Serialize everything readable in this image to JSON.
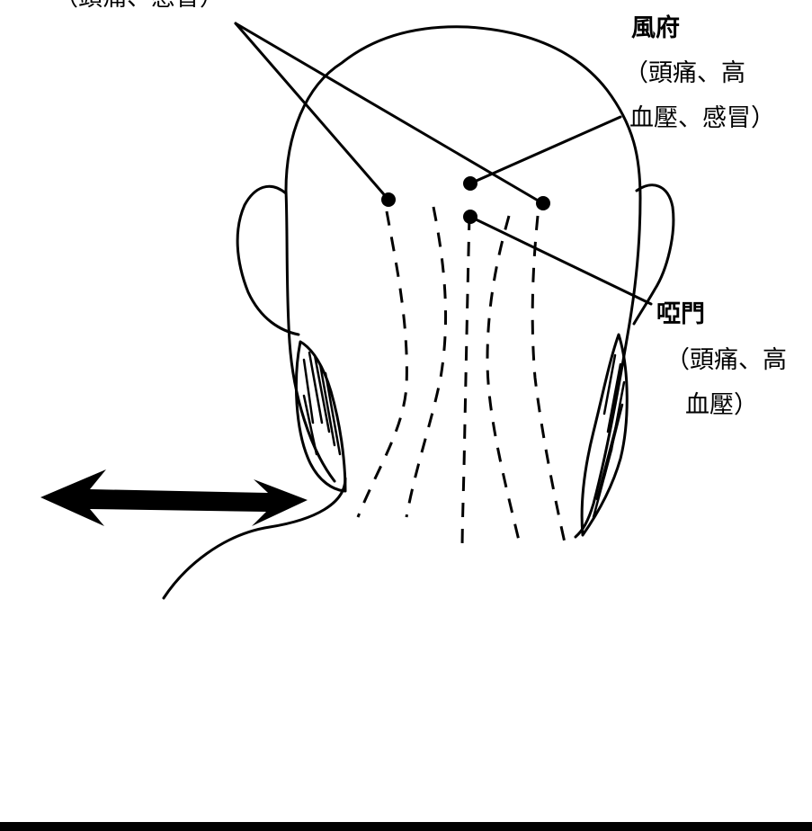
{
  "labels": {
    "top_left_partial": "（頭痛、感冒）",
    "fengfu_title": "風府",
    "fengfu_line1": "（頭痛、高",
    "fengfu_line2": "血壓、感冒）",
    "yamen_title": "啞門",
    "yamen_line1": "（頭痛、高",
    "yamen_line2": "血壓）"
  },
  "colors": {
    "ink": "#000000",
    "paper": "#ffffff"
  }
}
